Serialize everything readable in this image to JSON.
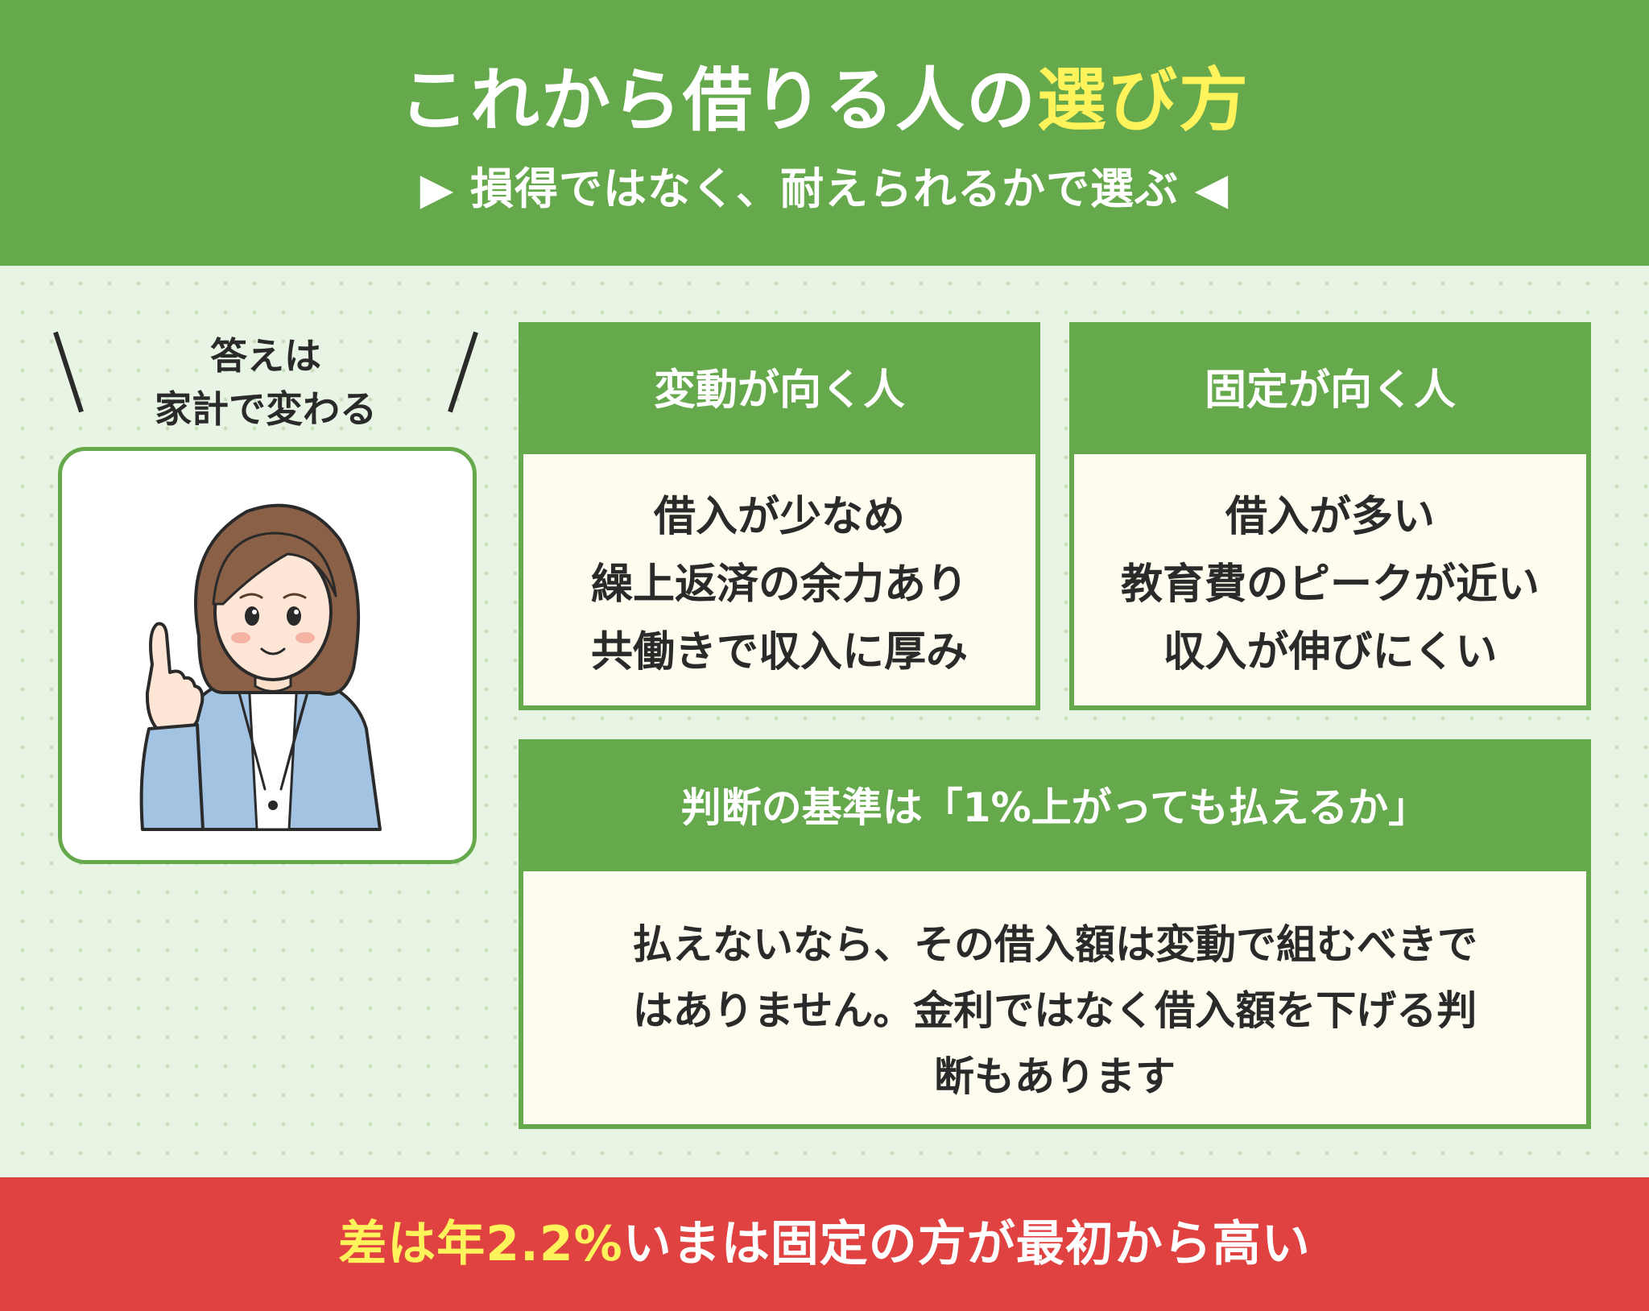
{
  "header": {
    "title_main": "これから借りる人の",
    "title_highlight": "選び方",
    "subtitle": "▶ 損得ではなく、耐えられるかで選ぶ ◀"
  },
  "callout": {
    "line1": "答えは",
    "line2": "家計で変わる"
  },
  "variable_box": {
    "title": "変動が向く人",
    "items": [
      "借入が少なめ",
      "繰上返済の余力あり",
      "共働きで収入に厚み"
    ]
  },
  "fixed_box": {
    "title": "固定が向く人",
    "items": [
      "借入が多い",
      "教育費のピークが近い",
      "収入が伸びにくい"
    ]
  },
  "criteria_box": {
    "title": "判断の基準は「1%上がっても払えるか」",
    "lines": [
      "払えないなら、その借入額は変動で組むべきで",
      "はありません。金利ではなく借入額を下げる判",
      "断もあります"
    ]
  },
  "footer": {
    "highlight": "差は年2.2%",
    "text": "いまは固定の方が最初から高い"
  },
  "colors": {
    "green": "#66a94c",
    "red": "#e04241",
    "yellow": "#fff35c",
    "cream": "#fdfcee"
  }
}
